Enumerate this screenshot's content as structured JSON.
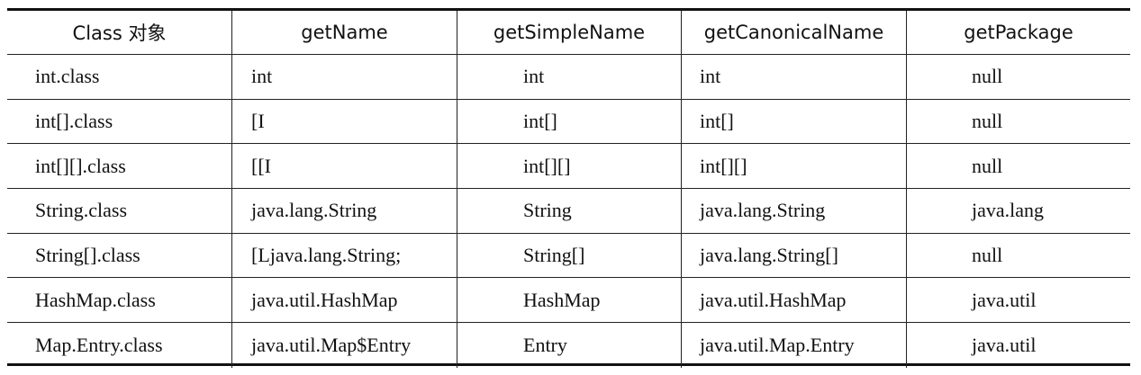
{
  "table": {
    "headers": [
      "Class 对象",
      "getName",
      "getSimpleName",
      "getCanonicalName",
      "getPackage"
    ],
    "rows": [
      [
        "int.class",
        "int",
        "int",
        "int",
        "null"
      ],
      [
        "int[].class",
        "[I",
        "int[]",
        "int[]",
        "null"
      ],
      [
        "int[][].class",
        "[[I",
        "int[][]",
        "int[][]",
        "null"
      ],
      [
        "String.class",
        "java.lang.String",
        "String",
        "java.lang.String",
        "java.lang"
      ],
      [
        "String[].class",
        "[Ljava.lang.String;",
        "String[]",
        "java.lang.String[]",
        "null"
      ],
      [
        "HashMap.class",
        "java.util.HashMap",
        "HashMap",
        "java.util.HashMap",
        "java.util"
      ],
      [
        "Map.Entry.class",
        "java.util.Map$Entry",
        "Entry",
        "java.util.Map.Entry",
        "java.util"
      ]
    ]
  }
}
